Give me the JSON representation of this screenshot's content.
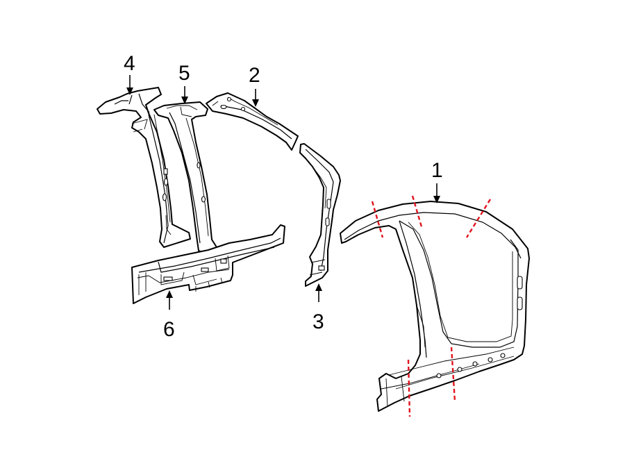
{
  "callouts": {
    "c1": "1",
    "c2": "2",
    "c3": "3",
    "c4": "4",
    "c5": "5",
    "c6": "6"
  },
  "colors": {
    "line": "#000000",
    "cut_line": "#e0141e",
    "background": "#ffffff"
  }
}
